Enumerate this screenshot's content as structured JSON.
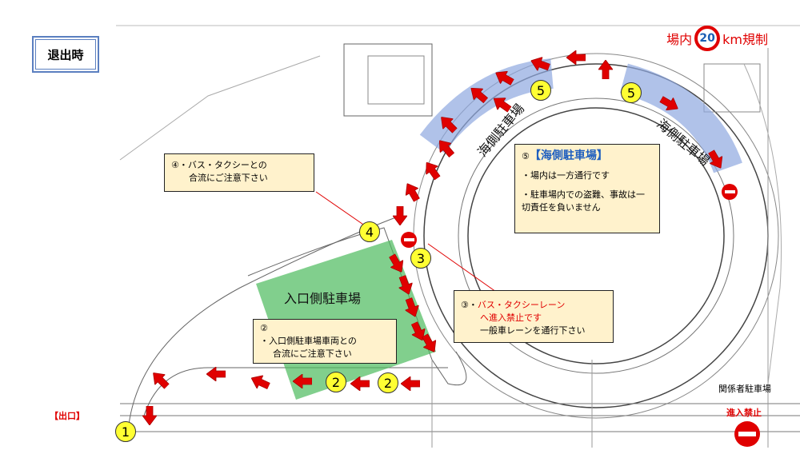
{
  "title": "退出時",
  "speed_limit": {
    "prefix": "場内",
    "value": "20",
    "suffix": "km規制"
  },
  "areas": {
    "sea_side_parking": "海側駐車場",
    "entrance_parking": "入口側駐車場",
    "staff_parking": "関係者駐車場",
    "exit_label": "【出口】",
    "no_entry_label": "進入禁止"
  },
  "notes": {
    "note4": {
      "line1": "④・バス・タクシーとの",
      "line2": "合流にご注意下さい"
    },
    "note5": {
      "heading_num": "⑤",
      "heading": "【海側駐車場】",
      "line1": "・場内は一方通行です",
      "line2": "・駐車場内での盗難、事故は一",
      "line3": "切責任を負いません"
    },
    "note3": {
      "prefix": "③・",
      "red1": "バス・タクシーレーン",
      "red2": "へ進入禁止です",
      "line3": "一般車レーンを通行下さい"
    },
    "note2": {
      "num": "②",
      "line1": "・入口側駐車場車両との",
      "line2": "合流にご注意下さい"
    }
  },
  "markers": [
    "5",
    "5",
    "4",
    "3",
    "2",
    "2",
    "1"
  ],
  "colors": {
    "arrow": "#e00000",
    "marker": "#ffff33",
    "note_bg": "#fff2cc",
    "sea_parking": "#8fa8e0",
    "entrance_parking": "#4cbb5c"
  }
}
